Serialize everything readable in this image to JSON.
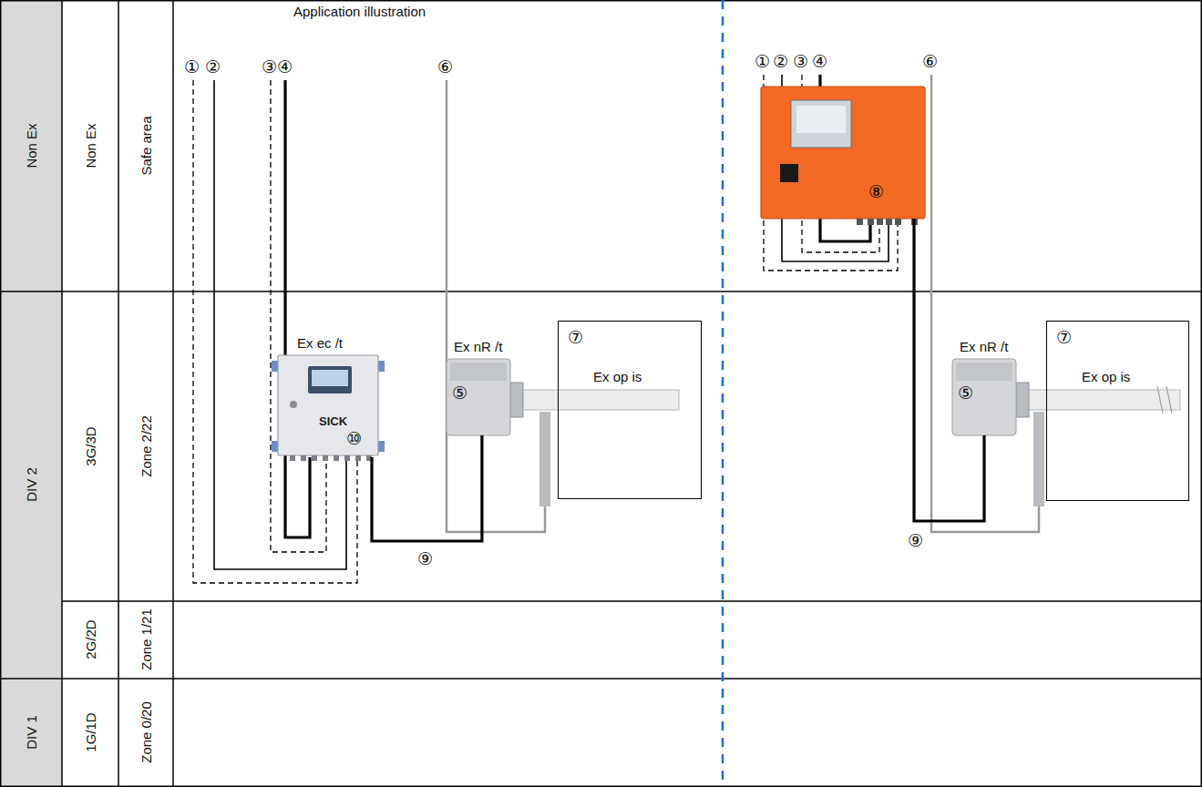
{
  "diagram": {
    "nodes": [
      {
        "text": [
          "Ex ec /t",
          "⑩"
        ]
      },
      {
        "text": [
          "Ex nR /t",
          "⑤"
        ]
      },
      {
        "text": [
          "⑦",
          "Ex op is"
        ]
      },
      {
        "text": [
          "⑧"
        ]
      },
      {
        "text": [
          "Ex nR /t",
          "⑤"
        ]
      },
      {
        "text": [
          "⑦",
          "Ex op is"
        ]
      }
    ],
    "edges": [
      {
        "from": 0,
        "to": 1,
        "label": "⑨",
        "arrow": "none"
      },
      {
        "from": 3,
        "to": 4,
        "label": "⑨",
        "arrow": "none"
      }
    ],
    "labels": [
      "Application illustration",
      "Non Ex",
      "Non Ex",
      "Safe area",
      "DIV 2",
      "3G/3D",
      "Zone 2/22",
      "2G/2D",
      "Zone 1/21",
      "DIV 1",
      "1G/1D",
      "Zone 0/20",
      "①",
      "②",
      "③",
      "④",
      "⑥",
      "①",
      "②",
      "③",
      "④",
      "⑥",
      "SICK"
    ]
  }
}
